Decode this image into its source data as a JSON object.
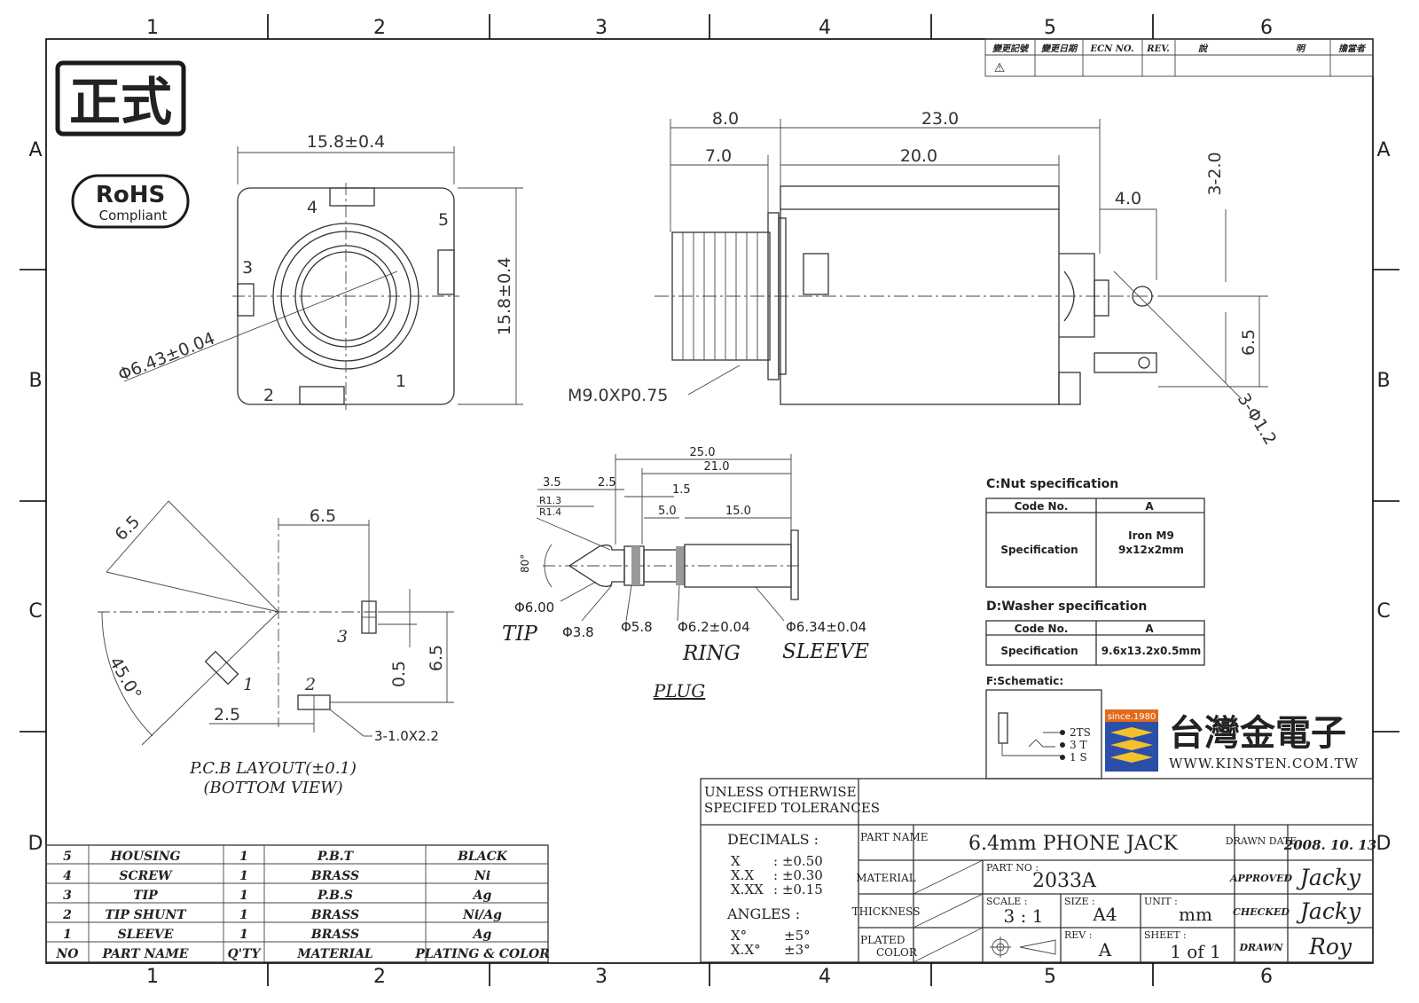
{
  "zone_labels": {
    "top_numbers": [
      "1",
      "2",
      "3",
      "4",
      "5",
      "6"
    ],
    "side_letters": [
      "A",
      "B",
      "C",
      "D"
    ]
  },
  "stamp": "正式",
  "rohs": {
    "title": "RoHS",
    "subtitle": "Compliant"
  },
  "revision_header": [
    "變更記號",
    "變更日期",
    "ECN NO.",
    "REV.",
    "說",
    "明",
    "擔當者"
  ],
  "revision_symbol": "⚠",
  "front_view": {
    "width_dim": "15.8±0.4",
    "height_dim": "15.8±0.4",
    "hole_dim": "Φ6.43±0.04",
    "pins": [
      "1",
      "2",
      "3",
      "4",
      "5"
    ]
  },
  "side_view": {
    "dims": [
      "8.0",
      "7.0",
      "23.0",
      "20.0",
      "4.0",
      "3-2.0",
      "6.5",
      "3-Φ1.2"
    ],
    "thread": "M9.0XP0.75"
  },
  "pcb_layout": {
    "dims": [
      "6.5",
      "6.5",
      "45.0°",
      "2.5",
      "0.5",
      "6.5",
      "3-1.0X2.2"
    ],
    "pins": [
      "1",
      "2",
      "3"
    ],
    "caption_line1": "P.C.B LAYOUT(±0.1)",
    "caption_line2": "(BOTTOM VIEW)"
  },
  "plug": {
    "dims": [
      "25.0",
      "21.0",
      "3.5",
      "2.5",
      "1.5",
      "R1.3",
      "R1.4",
      "5.0",
      "15.0",
      "80°"
    ],
    "diameters": [
      "Φ6.00",
      "Φ3.8",
      "Φ5.8",
      "Φ6.2±0.04",
      "Φ6.34±0.04"
    ],
    "labels": [
      "TIP",
      "RING",
      "SLEEVE"
    ],
    "caption": "PLUG"
  },
  "nut_spec": {
    "title": "C:Nut specification",
    "header": [
      "Code No.",
      "A"
    ],
    "row_label": "Specification",
    "value_line1": "Iron M9",
    "value_line2": "9x12x2mm"
  },
  "washer_spec": {
    "title": "D:Washer specification",
    "header": [
      "Code No.",
      "A"
    ],
    "row_label": "Specification",
    "value": "9.6x13.2x0.5mm"
  },
  "schematic": {
    "title": "F:Schematic:",
    "pins": [
      "2TS",
      "3 T",
      "1 S"
    ]
  },
  "company": {
    "badge": "since.1980",
    "name": "台灣金電子",
    "url": "WWW.KINSTEN.COM.TW"
  },
  "parts_list": {
    "header": [
      "NO",
      "PART NAME",
      "Q'TY",
      "MATERIAL",
      "PLATING & COLOR"
    ],
    "rows": [
      [
        "5",
        "HOUSING",
        "1",
        "P.B.T",
        "BLACK"
      ],
      [
        "4",
        "SCREW",
        "1",
        "BRASS",
        "Ni"
      ],
      [
        "3",
        "TIP",
        "1",
        "P.B.S",
        "Ag"
      ],
      [
        "2",
        "TIP SHUNT",
        "1",
        "BRASS",
        "Ni/Ag"
      ],
      [
        "1",
        "SLEEVE",
        "1",
        "BRASS",
        "Ag"
      ]
    ]
  },
  "tolerances": {
    "title_line1": "UNLESS OTHERWISE",
    "title_line2": "SPECIFED TOLERANCES",
    "decimals_label": "DECIMALS :",
    "decimals": [
      [
        "X",
        ": ±0.50"
      ],
      [
        "X.X",
        ": ±0.30"
      ],
      [
        "X.XX",
        ": ±0.15"
      ]
    ],
    "angles_label": "ANGLES :",
    "angles": [
      [
        "X°",
        "±5°"
      ],
      [
        "X.X°",
        "±3°"
      ]
    ]
  },
  "title_block": {
    "part_name_label": "PART NAME",
    "part_name": "6.4mm PHONE JACK",
    "material_label": "MATERIAL",
    "part_no_label": "PART NO :",
    "part_no": "2033A",
    "thickness_label": "THICKNESS",
    "scale_label": "SCALE :",
    "scale": "3 : 1",
    "size_label": "SIZE :",
    "size": "A4",
    "unit_label": "UNIT :",
    "unit": "mm",
    "plated_label_line1": "PLATED",
    "plated_label_line2": "COLOR",
    "rev_label": "REV :",
    "rev": "A",
    "sheet_label": "SHEET :",
    "sheet": "1 of 1",
    "drawn_date_label": "DRAWN DATE",
    "drawn_date": "2008. 10. 13",
    "approved_label": "APPROVED",
    "approved": "Jacky",
    "checked_label": "CHECKED",
    "checked": "Jacky",
    "drawn_label": "DRAWN",
    "drawn": "Roy"
  }
}
